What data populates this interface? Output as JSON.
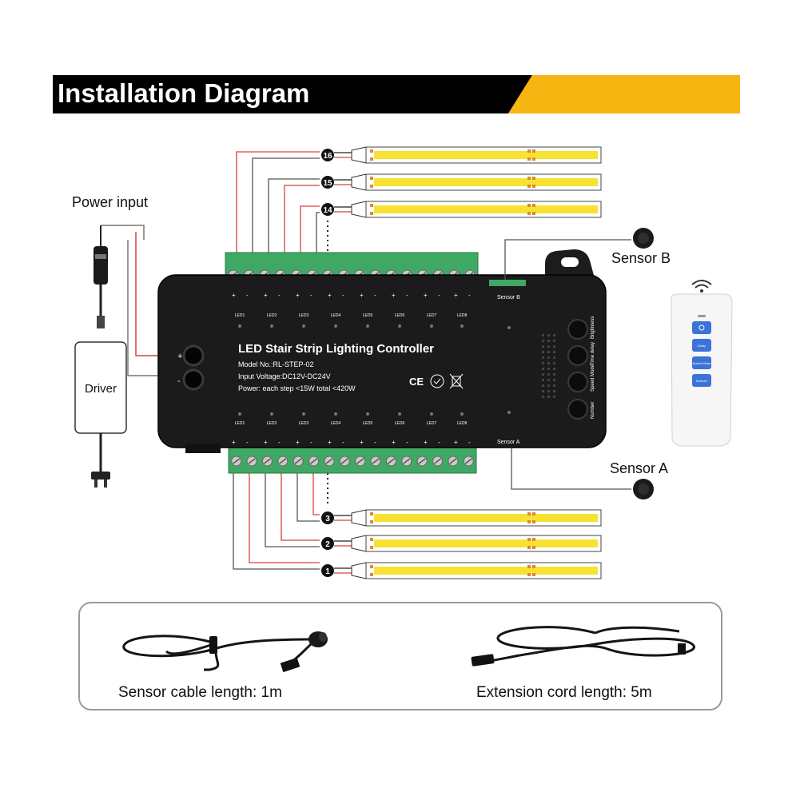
{
  "header": {
    "title": "Installation Diagram"
  },
  "labels": {
    "power_input": "Power input",
    "driver": "Driver",
    "sensor_b": "Sensor B",
    "sensor_a": "Sensor A"
  },
  "controller": {
    "title": "LED Stair Strip Lighting Controller",
    "model": "Model No.:RL-STEP-02",
    "voltage": "Input Voltage:DC12V-DC24V",
    "power": "Power: each step <15W  total <420W",
    "port_sensor_b": "Sensor B",
    "port_sensor_a": "Sensor A",
    "led_labels": [
      "LED1",
      "LED2",
      "LED3",
      "LED4",
      "LED5",
      "LED6",
      "LED7",
      "LED8"
    ],
    "buttons": [
      "Brightness",
      "Time delay",
      "Speed Mode",
      "Number"
    ],
    "power_plus": "+",
    "power_minus": "-"
  },
  "remote": {
    "buttons": [
      "",
      "Delay",
      "Speed Mode",
      "Number"
    ]
  },
  "steps": {
    "top": [
      "16",
      "15",
      "14"
    ],
    "bottom": [
      "3",
      "2",
      "1"
    ]
  },
  "cables": {
    "sensor_cable": "Sensor cable length: 1m",
    "extension_cord": "Extension cord length: 5m"
  },
  "colors": {
    "banner_black": "#000000",
    "banner_yellow": "#f7b512",
    "strip_yellow": "#f7e233",
    "terminal_green": "#3fa865",
    "wire_red": "#d94040"
  }
}
